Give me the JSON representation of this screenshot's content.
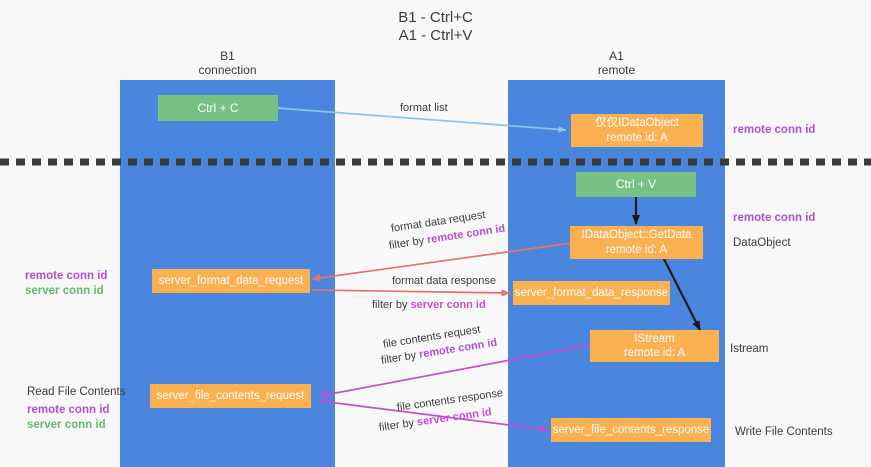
{
  "title": {
    "line1": "B1 - Ctrl+C",
    "line2": "A1 - Ctrl+V"
  },
  "columns": [
    {
      "id": "b1",
      "name": "B1",
      "role": "connection"
    },
    {
      "id": "a1",
      "name": "A1",
      "role": "remote"
    }
  ],
  "nodes": {
    "ctrl_c": {
      "line1": "Ctrl + C",
      "line2": ""
    },
    "idataobject_remote": {
      "line1": "仅仅IDataObject",
      "line2": "remote id: A"
    },
    "ctrl_v": {
      "line1": "Ctrl + V",
      "line2": ""
    },
    "idataobject_getdata": {
      "line1": "IDataObject::GetData",
      "line2": "remote id: A"
    },
    "server_format_data_request": {
      "line1": "server_format_data_request",
      "line2": ""
    },
    "server_format_data_response": {
      "line1": "server_format_data_response",
      "line2": ""
    },
    "istream": {
      "line1": "IStream",
      "line2": "remote id: A"
    },
    "server_file_contents_request": {
      "line1": "server_file_contents_request",
      "line2": ""
    },
    "server_file_contents_response": {
      "line1": "server_file_contents_response",
      "line2": ""
    }
  },
  "edge_labels": {
    "format_list": "format list",
    "format_data_request": "format data request",
    "format_data_request_filter_prefix": "filter by ",
    "format_data_request_filter_key": "remote conn id",
    "format_data_response": "format data response",
    "format_data_response_filter_prefix": "filter by ",
    "format_data_response_filter_key": "server conn id",
    "file_contents_request": "file contents request",
    "file_contents_request_filter_prefix": "filter by ",
    "file_contents_request_filter_key": "remote conn id",
    "file_contents_response": "file contents response",
    "file_contents_response_filter_prefix": "filter by ",
    "file_contents_response_filter_key": "server conn id"
  },
  "annotations": {
    "right_remote_conn_top": "remote conn id",
    "right_remote_conn_mid": "remote conn id",
    "right_dataobject": "DataObject",
    "right_istream": "Istream",
    "right_write_file_contents": "Write File Contents",
    "left_remote_conn_mid": "remote conn id",
    "left_server_conn_mid": "server conn id",
    "left_read_file_contents": "Read File Contents",
    "left_remote_conn_bot": "remote conn id",
    "left_server_conn_bot": "server conn id"
  },
  "colors": {
    "column_blue": "#4a86dd",
    "node_green": "#76c183",
    "node_orange": "#fbb152",
    "conn_purple": "#b44fd0",
    "conn_green": "#5fba6e",
    "edge_blue": "#8fc3e8",
    "edge_red": "#e8706e",
    "edge_magenta": "#c64fd0",
    "edge_black": "#1a1a1a",
    "background": "#f8f8f8"
  }
}
